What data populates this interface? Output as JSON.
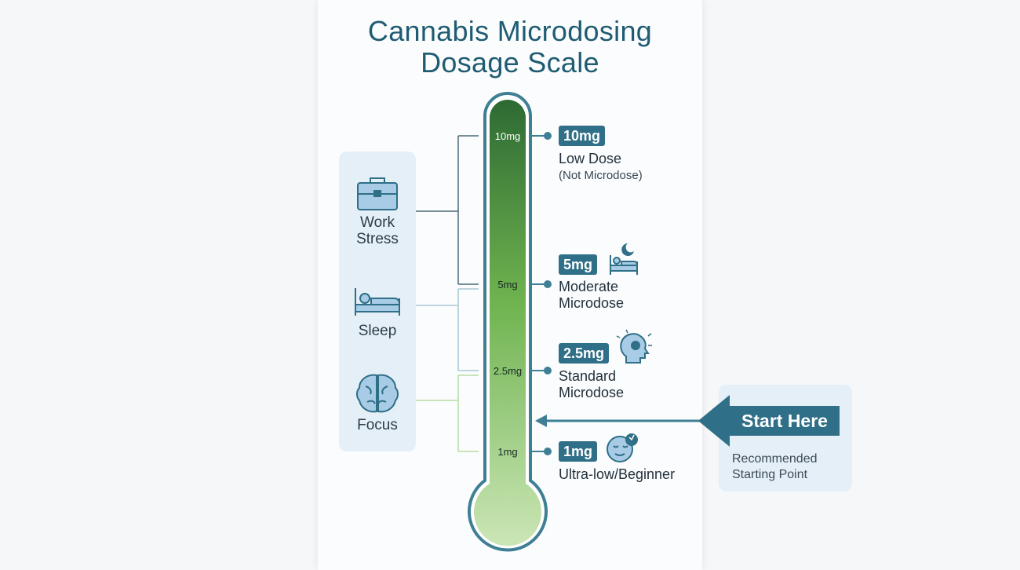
{
  "title": {
    "line1": "Cannabis Microdosing",
    "line2": "Dosage Scale"
  },
  "thermometer": {
    "ticks": [
      {
        "label": "10mg",
        "value_mg": 10
      },
      {
        "label": "5mg",
        "value_mg": 5
      },
      {
        "label": "2.5mg",
        "value_mg": 2.5
      },
      {
        "label": "1mg",
        "value_mg": 1
      }
    ],
    "colors": {
      "top": "#2d6a33",
      "middle": "#7dc05a",
      "bottom": "#c8e4b2",
      "outline": "#3e7f95"
    }
  },
  "doses": [
    {
      "badge": "10mg",
      "line1": "Low Dose",
      "line2": "(Not Microdose)",
      "icon": "none"
    },
    {
      "badge": "5mg",
      "line1": "Moderate",
      "line2": "Microdose",
      "icon": "bed-moon-icon"
    },
    {
      "badge": "2.5mg",
      "line1": "Standard",
      "line2": "Microdose",
      "icon": "head-brain-icon"
    },
    {
      "badge": "1mg",
      "line1": "Ultra-low/Beginner",
      "line2": "",
      "icon": "sleepy-face-icon"
    }
  ],
  "uses": [
    {
      "line1": "Work",
      "line2": "Stress",
      "icon": "briefcase-icon"
    },
    {
      "line1": "Sleep",
      "line2": "",
      "icon": "bed-icon"
    },
    {
      "line1": "Focus",
      "line2": "",
      "icon": "brain-icon"
    }
  ],
  "start": {
    "label": "Start Here",
    "sub1": "Recommended",
    "sub2": "Starting Point",
    "color": "#2f6f87"
  }
}
